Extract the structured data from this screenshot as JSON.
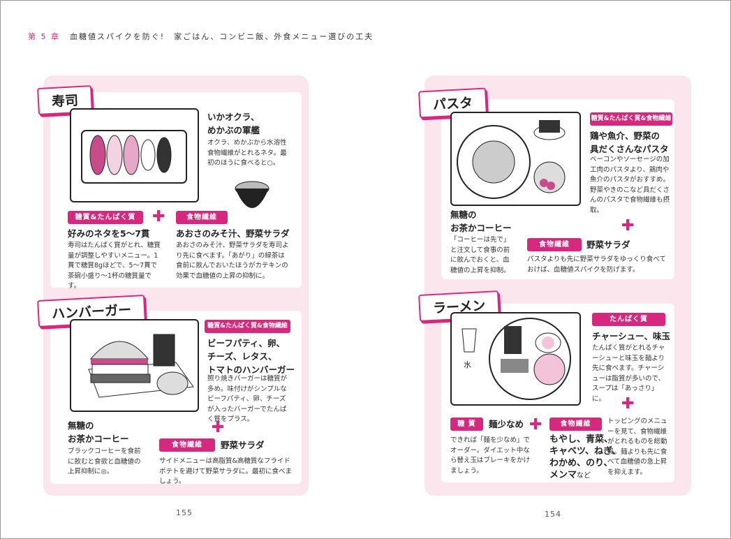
{
  "header": {
    "chapter": "第 5 章",
    "title": "血糖値スパイクを防ぐ!　家ごはん、コンビニ飯、外食メニュー選びの工夫"
  },
  "page_left": "155",
  "page_right": "154",
  "accent": "#d6287e",
  "panel_bg": "#fbe6ee",
  "sushi": {
    "tag": "寿司",
    "okura_title": "いかオクラ、\nめかぶの軍艦",
    "okura_text": "オクラ、めかぶから水溶性食物繊維がとれるネタ。最初のほうに食べると○。",
    "badge1": "糖質&たんぱく質",
    "badge2": "食物繊維",
    "item1_title": "好みのネタを5〜7貫",
    "item1_text": "寿司はたんぱく質がとれ、糖質量が調整しやすいメニュー。1貫で糖質8gほどで、5〜7貫で茶碗小盛り〜1杯の糖質量です。",
    "item2_title": "あおさのみそ汁、野菜サラダ",
    "item2_text": "あおさのみそ汁、野菜サラダを寿司より先に食べます。「あがり」の緑茶は食前に飲んでおいたほうがカテキンの効果で血糖値の上昇の抑制に。"
  },
  "burger": {
    "tag": "ハンバーガー",
    "badge1": "糖質&たんぱく質&食物繊維",
    "main_title": "ビーフパティ、卵、\nチーズ、レタス、\nトマトのハンバーガー",
    "main_text": "照り焼きバーガーは糖質が多め。味付けがシンプルなビーフパティ、卵、チーズが入ったバーガーでたんぱく質をプラス。",
    "drink_title": "無糖の\nお茶かコーヒー",
    "drink_text": "ブラックコーヒーを食前に飲むと食欲と血糖値の上昇抑制に◎。",
    "badge2": "食物繊維",
    "salad_title": "野菜サラダ",
    "salad_text": "サイドメニューは高脂質&高糖質なフライドポテトを避けて野菜サラダに。最初に食べましょう。"
  },
  "pasta": {
    "tag": "パスタ",
    "badge1": "糖質&たんぱく質&食物繊維",
    "main_title": "鶏や魚介、野菜の\n具だくさんなパスタ",
    "main_text": "ベーコンやソーセージの加工肉のパスタより、鶏肉や魚介のパスタがおすすめ。野菜やきのこなど具だくさんのパスタで食物繊維も摂取。",
    "drink_title": "無糖の\nお茶かコーヒー",
    "drink_text": "「コーヒーは先で」と注文して食事の前に飲んでおくと、血糖値の上昇を抑制。",
    "badge2": "食物繊維",
    "salad_title": "野菜サラダ",
    "salad_text": "パスタよりも先に野菜サラダをゆっくり食べておけば、血糖値スパイクを防げます。"
  },
  "ramen": {
    "tag": "ラーメン",
    "water": "水",
    "badge1": "たんぱく質",
    "main_title": "チャーシュー、味玉",
    "main_text": "たんぱく質がとれるチャーシューと味玉を麺より先に食べます。チャーシューは脂質が多いので、スープは「あっさり」に。",
    "badge2": "糖 質",
    "noodle_title": "麺少なめ",
    "noodle_text": "できれば「麺を少なめ」でオーダー。ダイエット中なら替え玉はブレーキをかけましょう。",
    "badge3": "食物繊維",
    "toppings": "もやし、青菜、\nキャベツ、ねぎ、\nわかめ、のり、\nメンマ",
    "toppings_suffix": "など",
    "topping_text": "トッピングのメニューを見て、食物繊維がとれるものを総動員。麺よりも先に食べて血糖値の急上昇を抑えます。"
  }
}
